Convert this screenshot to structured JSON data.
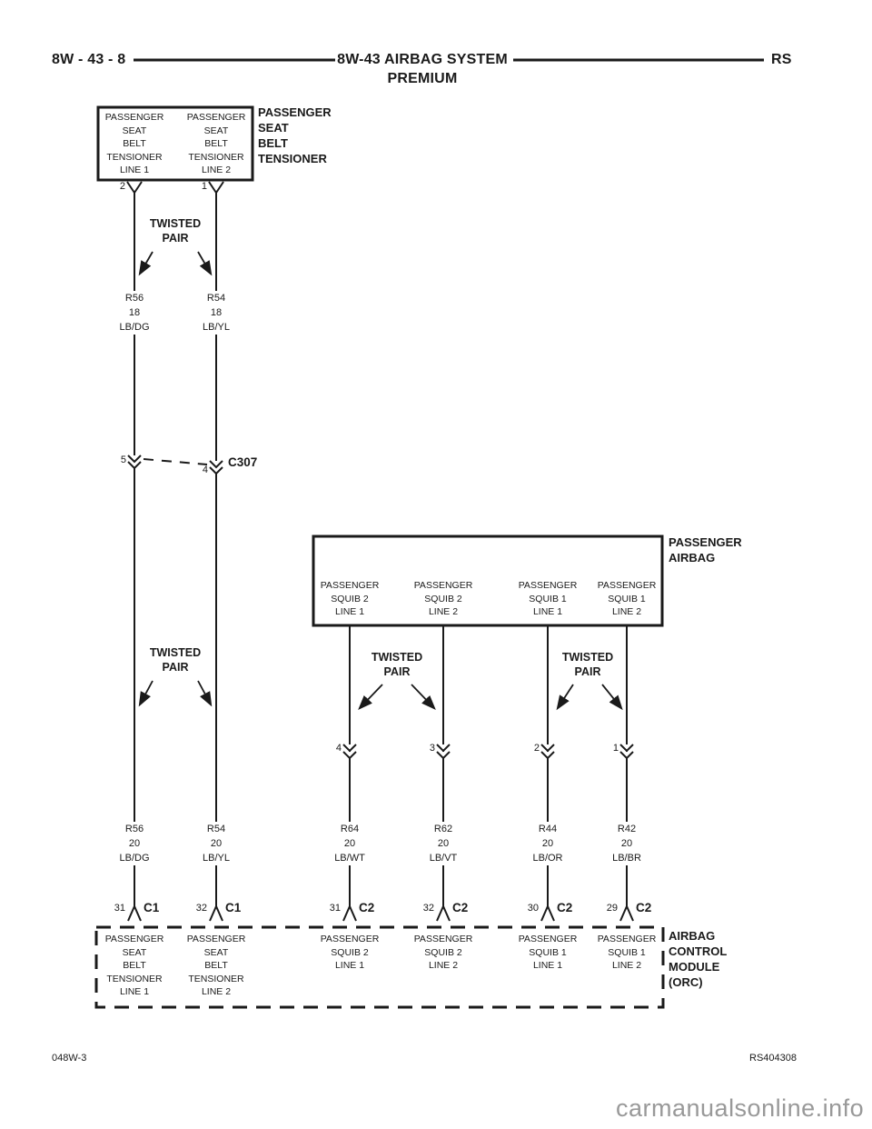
{
  "header": {
    "page_ref": "8W - 43 - 8",
    "title": "8W-43 AIRBAG SYSTEM",
    "subtitle": "PREMIUM",
    "corner": "RS"
  },
  "labels": {
    "twisted_pair": "TWISTED\nPAIR"
  },
  "tensioner_box": {
    "side_label": "PASSENGER\nSEAT\nBELT\nTENSIONER",
    "col1": "PASSENGER\nSEAT\nBELT\nTENSIONER\nLINE 1",
    "col2": "PASSENGER\nSEAT\nBELT\nTENSIONER\nLINE 2",
    "pin1": "2",
    "pin2": "1"
  },
  "wires_upper": [
    {
      "circuit": "R56",
      "gauge": "18",
      "color": "LB/DG"
    },
    {
      "circuit": "R54",
      "gauge": "18",
      "color": "LB/YL"
    }
  ],
  "c307": {
    "label": "C307",
    "pin_left": "5",
    "pin_right": "4"
  },
  "airbag_box": {
    "side_label": "PASSENGER\nAIRBAG",
    "cols": [
      "PASSENGER\nSQUIB 2\nLINE 1",
      "PASSENGER\nSQUIB 2\nLINE 2",
      "PASSENGER\nSQUIB 1\nLINE 1",
      "PASSENGER\nSQUIB 1\nLINE 2"
    ],
    "pins": [
      "4",
      "3",
      "2",
      "1"
    ]
  },
  "wires_lower": [
    {
      "circuit": "R56",
      "gauge": "20",
      "color": "LB/DG"
    },
    {
      "circuit": "R54",
      "gauge": "20",
      "color": "LB/YL"
    },
    {
      "circuit": "R64",
      "gauge": "20",
      "color": "LB/WT"
    },
    {
      "circuit": "R62",
      "gauge": "20",
      "color": "LB/VT"
    },
    {
      "circuit": "R44",
      "gauge": "20",
      "color": "LB/OR"
    },
    {
      "circuit": "R42",
      "gauge": "20",
      "color": "LB/BR"
    }
  ],
  "orc": {
    "side_label": "AIRBAG\nCONTROL\nMODULE\n(ORC)",
    "connectors": [
      {
        "pin": "31",
        "name": "C1",
        "label": "PASSENGER\nSEAT\nBELT\nTENSIONER\nLINE 1"
      },
      {
        "pin": "32",
        "name": "C1",
        "label": "PASSENGER\nSEAT\nBELT\nTENSIONER\nLINE 2"
      },
      {
        "pin": "31",
        "name": "C2",
        "label": "PASSENGER\nSQUIB 2\nLINE 1"
      },
      {
        "pin": "32",
        "name": "C2",
        "label": "PASSENGER\nSQUIB 2\nLINE 2"
      },
      {
        "pin": "30",
        "name": "C2",
        "label": "PASSENGER\nSQUIB 1\nLINE 1"
      },
      {
        "pin": "29",
        "name": "C2",
        "label": "PASSENGER\nSQUIB 1\nLINE 2"
      }
    ]
  },
  "footer": {
    "left": "048W-3",
    "right": "RS404308",
    "watermark": "carmanualsonline.info"
  },
  "colors": {
    "ink": "#1a1a1a",
    "watermark": "#999999",
    "paper": "#ffffff"
  }
}
